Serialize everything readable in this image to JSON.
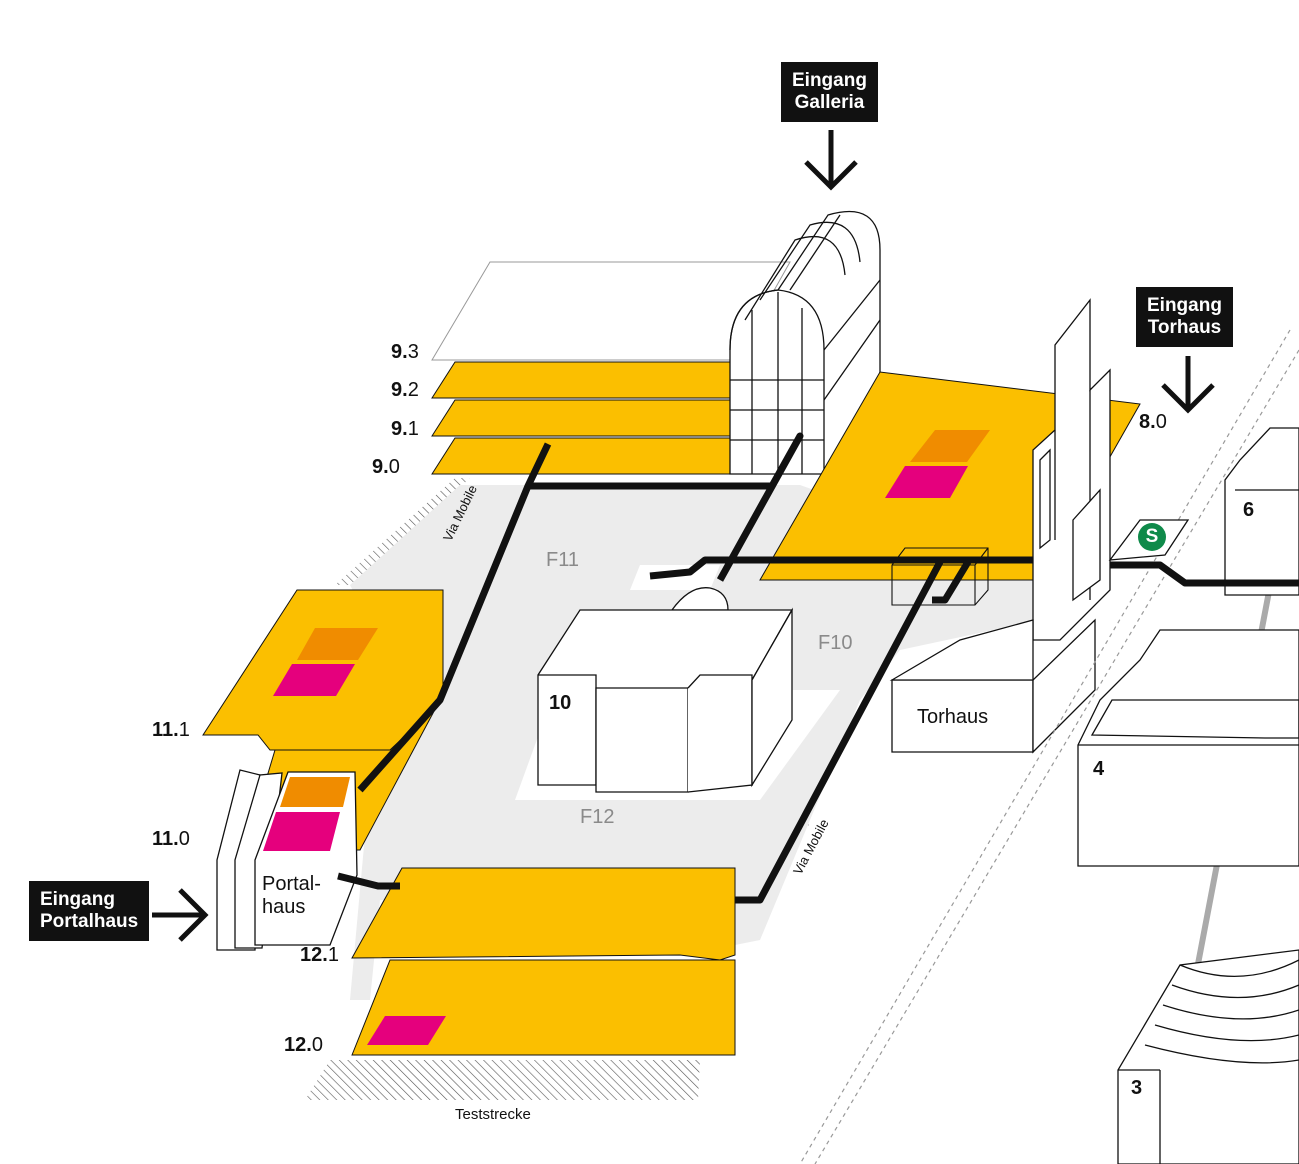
{
  "colors": {
    "hall_yellow": "#fbbf00",
    "highlight_orange": "#f08c00",
    "highlight_magenta": "#e5007d",
    "ground_grey": "#ececec",
    "path_black": "#111111",
    "sbahn_green": "#0f8a4a"
  },
  "entrances": {
    "galleria": "Eingang Galleria",
    "galleria_l1": "Eingang",
    "galleria_l2": "Galleria",
    "torhaus_l1": "Eingang",
    "torhaus_l2": "Torhaus",
    "portalhaus_l1": "Eingang",
    "portalhaus_l2": "Portalhaus"
  },
  "levels": {
    "l93_a": "9.",
    "l93_b": "3",
    "l92_a": "9.",
    "l92_b": "2",
    "l91_a": "9.",
    "l91_b": "1",
    "l90_a": "9.",
    "l90_b": "0",
    "l80_a": "8.",
    "l80_b": "0",
    "l111_a": "11.",
    "l111_b": "1",
    "l110_a": "11.",
    "l110_b": "0",
    "l121_a": "12.",
    "l121_b": "1",
    "l120_a": "12.",
    "l120_b": "0"
  },
  "areas": {
    "f10": "F10",
    "f11": "F11",
    "f12": "F12"
  },
  "halls": {
    "h10": "10",
    "h6": "6",
    "h4": "4",
    "h3": "3"
  },
  "buildings": {
    "torhaus": "Torhaus",
    "portal_l1": "Portal-",
    "portal_l2": "haus"
  },
  "paths": {
    "via_mobile_1": "Via Mobile",
    "via_mobile_2": "Via Mobile",
    "teststrecke": "Teststrecke"
  },
  "transit": {
    "sbahn": "S"
  },
  "icons": {
    "arrow_down": "arrow-down-icon",
    "arrow_right": "arrow-right-icon",
    "sbahn": "sbahn-icon"
  }
}
